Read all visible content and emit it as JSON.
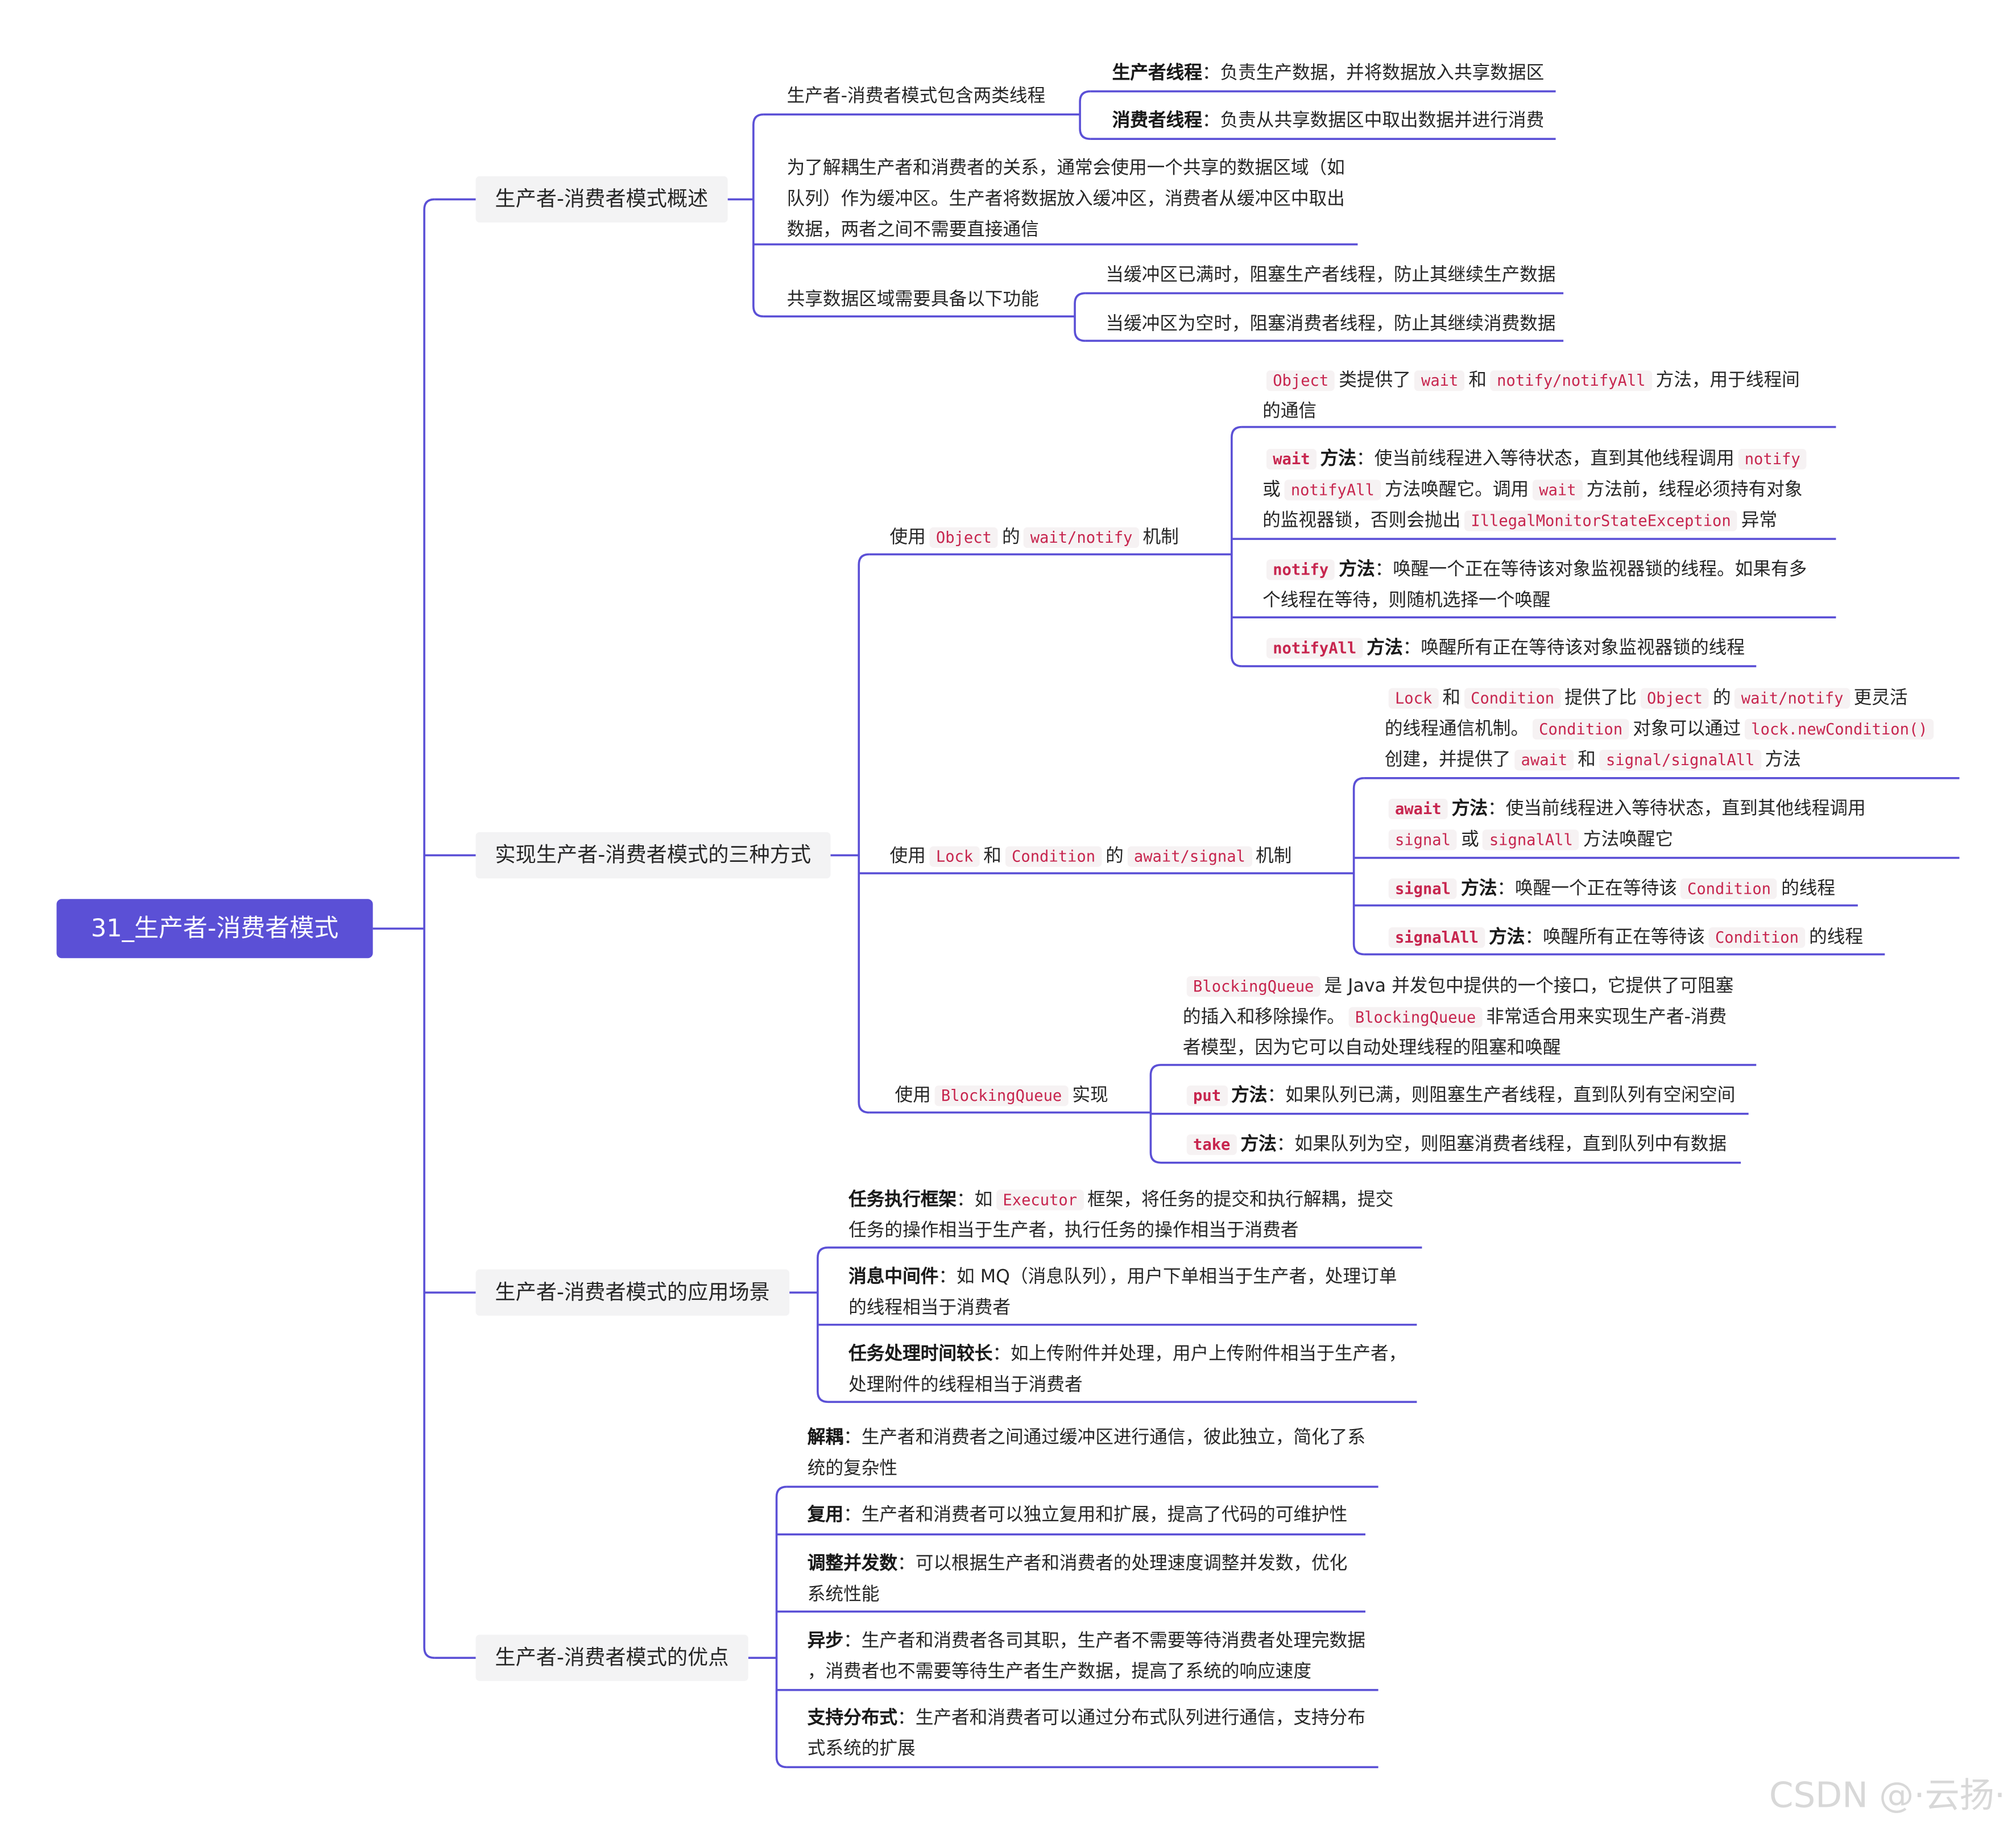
{
  "root": "31_生产者-消费者模式",
  "b1": {
    "label": "生产者-消费者模式概述",
    "c1": "生产者-消费者模式包含两类线程",
    "c1a_b": "生产者线程",
    "c1a_t": "：负责生产数据，并将数据放入共享数据区",
    "c1b_b": "消费者线程",
    "c1b_t": "：负责从共享数据区中取出数据并进行消费",
    "c2_1": "为了解耦生产者和消费者的关系，通常会使用一个共享的数据区域（如",
    "c2_2": "队列）作为缓冲区。生产者将数据放入缓冲区，消费者从缓冲区中取出",
    "c2_3": "数据，两者之间不需要直接通信",
    "c3": "共享数据区域需要具备以下功能",
    "c3a": "当缓冲区已满时，阻塞生产者线程，防止其继续生产数据",
    "c3b": "当缓冲区为空时，阻塞消费者线程，防止其继续消费数据"
  },
  "b2": {
    "label": "实现生产者-消费者模式的三种方式",
    "m1": {
      "p1": "使用",
      "c1": "Object",
      "p2": "的",
      "c2": "wait/notify",
      "p3": "机制"
    },
    "m1a": {
      "c1": "Object",
      "t1": "类提供了",
      "c2": "wait",
      "t2": "和",
      "c3": "notify/notifyAll",
      "t3": "方法，用于线程间",
      "t4": "的通信"
    },
    "m1b": {
      "k": "wait",
      "b": "方法",
      "t1": "：使当前线程进入等待状态，直到其他线程调用",
      "c1": "notify",
      "t2": "或",
      "c2": "notifyAll",
      "t3": "方法唤醒它。调用",
      "c3": "wait",
      "t4": "方法前，线程必须持有对象",
      "t5": "的监视器锁，否则会抛出",
      "c4": "IllegalMonitorStateException",
      "t6": "异常"
    },
    "m1c": {
      "k": "notify",
      "b": "方法",
      "t1": "：唤醒一个正在等待该对象监视器锁的线程。如果有多",
      "t2": "个线程在等待，则随机选择一个唤醒"
    },
    "m1d": {
      "k": "notifyAll",
      "b": "方法",
      "t1": "：唤醒所有正在等待该对象监视器锁的线程"
    },
    "m2": {
      "p1": "使用",
      "c1": "Lock",
      "p2": "和",
      "c2": "Condition",
      "p3": "的",
      "c3": "await/signal",
      "p4": "机制"
    },
    "m2a": {
      "c1": "Lock",
      "t1": "和",
      "c2": "Condition",
      "t2": "提供了比",
      "c3": "Object",
      "t3": "的",
      "c4": "wait/notify",
      "t4": "更灵活",
      "t5": "的线程通信机制。",
      "c5": "Condition",
      "t6": "对象可以通过",
      "c6": "lock.newCondition()",
      "t7": "创建，并提供了",
      "c7": "await",
      "t8": "和",
      "c8": "signal/signalAll",
      "t9": "方法"
    },
    "m2b": {
      "k": "await",
      "b": "方法",
      "t1": "：使当前线程进入等待状态，直到其他线程调用",
      "c1": "signal",
      "t2": "或",
      "c2": "signalAll",
      "t3": "方法唤醒它"
    },
    "m2c": {
      "k": "signal",
      "b": "方法",
      "t1": "：唤醒一个正在等待该",
      "c1": "Condition",
      "t2": "的线程"
    },
    "m2d": {
      "k": "signalAll",
      "b": "方法",
      "t1": "：唤醒所有正在等待该",
      "c1": "Condition",
      "t2": "的线程"
    },
    "m3": {
      "p1": "使用",
      "c1": "BlockingQueue",
      "p2": "实现"
    },
    "m3a": {
      "c1": "BlockingQueue",
      "t1": "是 Java 并发包中提供的一个接口，它提供了可阻塞",
      "t2": "的插入和移除操作。",
      "c2": "BlockingQueue",
      "t3": "非常适合用来实现生产者-消费",
      "t4": "者模型，因为它可以自动处理线程的阻塞和唤醒"
    },
    "m3b": {
      "k": "put",
      "b": "方法",
      "t1": "：如果队列已满，则阻塞生产者线程，直到队列有空闲空间"
    },
    "m3c": {
      "k": "take",
      "b": "方法",
      "t1": "：如果队列为空，则阻塞消费者线程，直到队列中有数据"
    }
  },
  "b3": {
    "label": "生产者-消费者模式的应用场景",
    "s1": {
      "b": "任务执行框架",
      "t1": "：如",
      "c1": "Executor",
      "t2": "框架，将任务的提交和执行解耦，提交",
      "t3": "任务的操作相当于生产者，执行任务的操作相当于消费者"
    },
    "s2": {
      "b": "消息中间件",
      "t1": "：如 MQ（消息队列），用户下单相当于生产者，处理订单",
      "t2": "的线程相当于消费者"
    },
    "s3": {
      "b": "任务处理时间较长",
      "t1": "：如上传附件并处理，用户上传附件相当于生产者，",
      "t2": "处理附件的线程相当于消费者"
    }
  },
  "b4": {
    "label": "生产者-消费者模式的优点",
    "a1": {
      "b": "解耦",
      "t1": "：生产者和消费者之间通过缓冲区进行通信，彼此独立，简化了系",
      "t2": "统的复杂性"
    },
    "a2": {
      "b": "复用",
      "t1": "：生产者和消费者可以独立复用和扩展，提高了代码的可维护性"
    },
    "a3": {
      "b": "调整并发数",
      "t1": "：可以根据生产者和消费者的处理速度调整并发数，优化",
      "t2": "系统性能"
    },
    "a4": {
      "b": "异步",
      "t1": "：生产者和消费者各司其职，生产者不需要等待消费者处理完数据",
      "t2": "，消费者也不需要等待生产者生产数据，提高了系统的响应速度"
    },
    "a5": {
      "b": "支持分布式",
      "t1": "：生产者和消费者可以通过分布式队列进行通信，支持分布",
      "t2": "式系统的扩展"
    }
  },
  "watermark": "CSDN @·云扬·",
  "colors": {
    "root_bg": "#5b50d6",
    "line": "#5b50d6",
    "code": "#c7254e",
    "branch_bg": "#f3f3f4"
  }
}
